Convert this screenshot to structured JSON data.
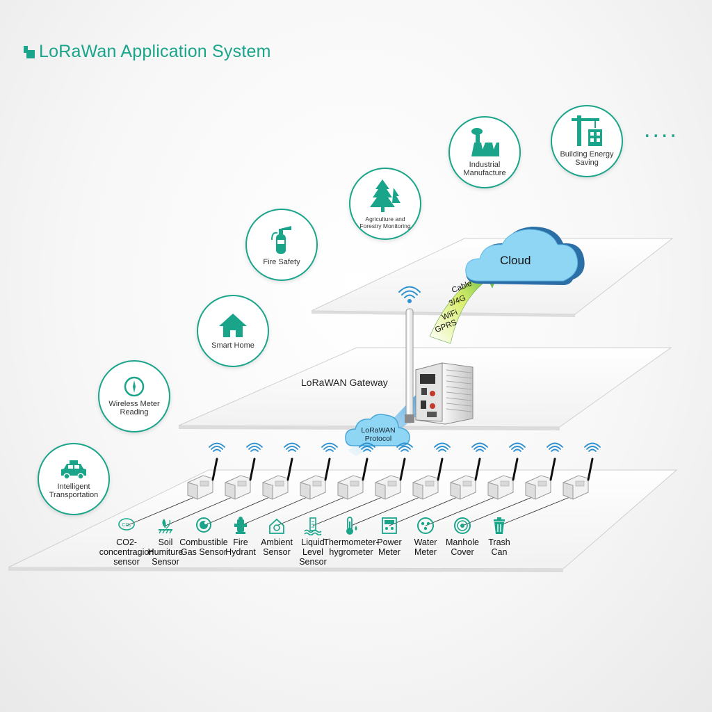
{
  "title": "LoRaWan Application System",
  "more": "....",
  "applications": [
    {
      "label": "Intelligent\nTransportation",
      "icon": "car-icon"
    },
    {
      "label": "Wireless Meter\nReading",
      "icon": "compass-meter-icon"
    },
    {
      "label": "Smart Home",
      "icon": "house-icon"
    },
    {
      "label": "Fire Safety",
      "icon": "fire-extinguisher-icon"
    },
    {
      "label": "Agriculture and\nForestry Monitoring",
      "icon": "tree-icon"
    },
    {
      "label": "Industrial\nManufacture",
      "icon": "factory-icon"
    },
    {
      "label": "Building Energy\nSaving",
      "icon": "crane-building-icon"
    }
  ],
  "layers": {
    "cloud": "Cloud",
    "gateway": "LoRaWAN Gateway",
    "protocol": "LoRaWAN\nProtocol"
  },
  "connections": [
    "Cable",
    "3/4G",
    "WiFi",
    "GPRS"
  ],
  "sensors": [
    {
      "label": "CO2-\nconcentragion\nsensor",
      "icon": "co2-icon"
    },
    {
      "label": "Soil\nHumiture\nSensor",
      "icon": "soil-icon"
    },
    {
      "label": "Combustible\nGas Sensor",
      "icon": "gas-icon"
    },
    {
      "label": "Fire\nHydrant",
      "icon": "hydrant-icon"
    },
    {
      "label": "Ambient\nSensor",
      "icon": "ambient-icon"
    },
    {
      "label": "Liquid\nLevel\nSensor",
      "icon": "liquid-level-icon"
    },
    {
      "label": "Thermometer-\nhygrometer",
      "icon": "thermometer-icon"
    },
    {
      "label": "Power\nMeter",
      "icon": "power-meter-icon"
    },
    {
      "label": "Water\nMeter",
      "icon": "water-meter-icon"
    },
    {
      "label": "Manhole\nCover",
      "icon": "manhole-icon"
    },
    {
      "label": "Trash\nCan",
      "icon": "trash-icon"
    }
  ],
  "colors": {
    "accent": "#1aa58b",
    "cloud": "#7fcff0",
    "cloud_dark": "#2f7fb8"
  }
}
